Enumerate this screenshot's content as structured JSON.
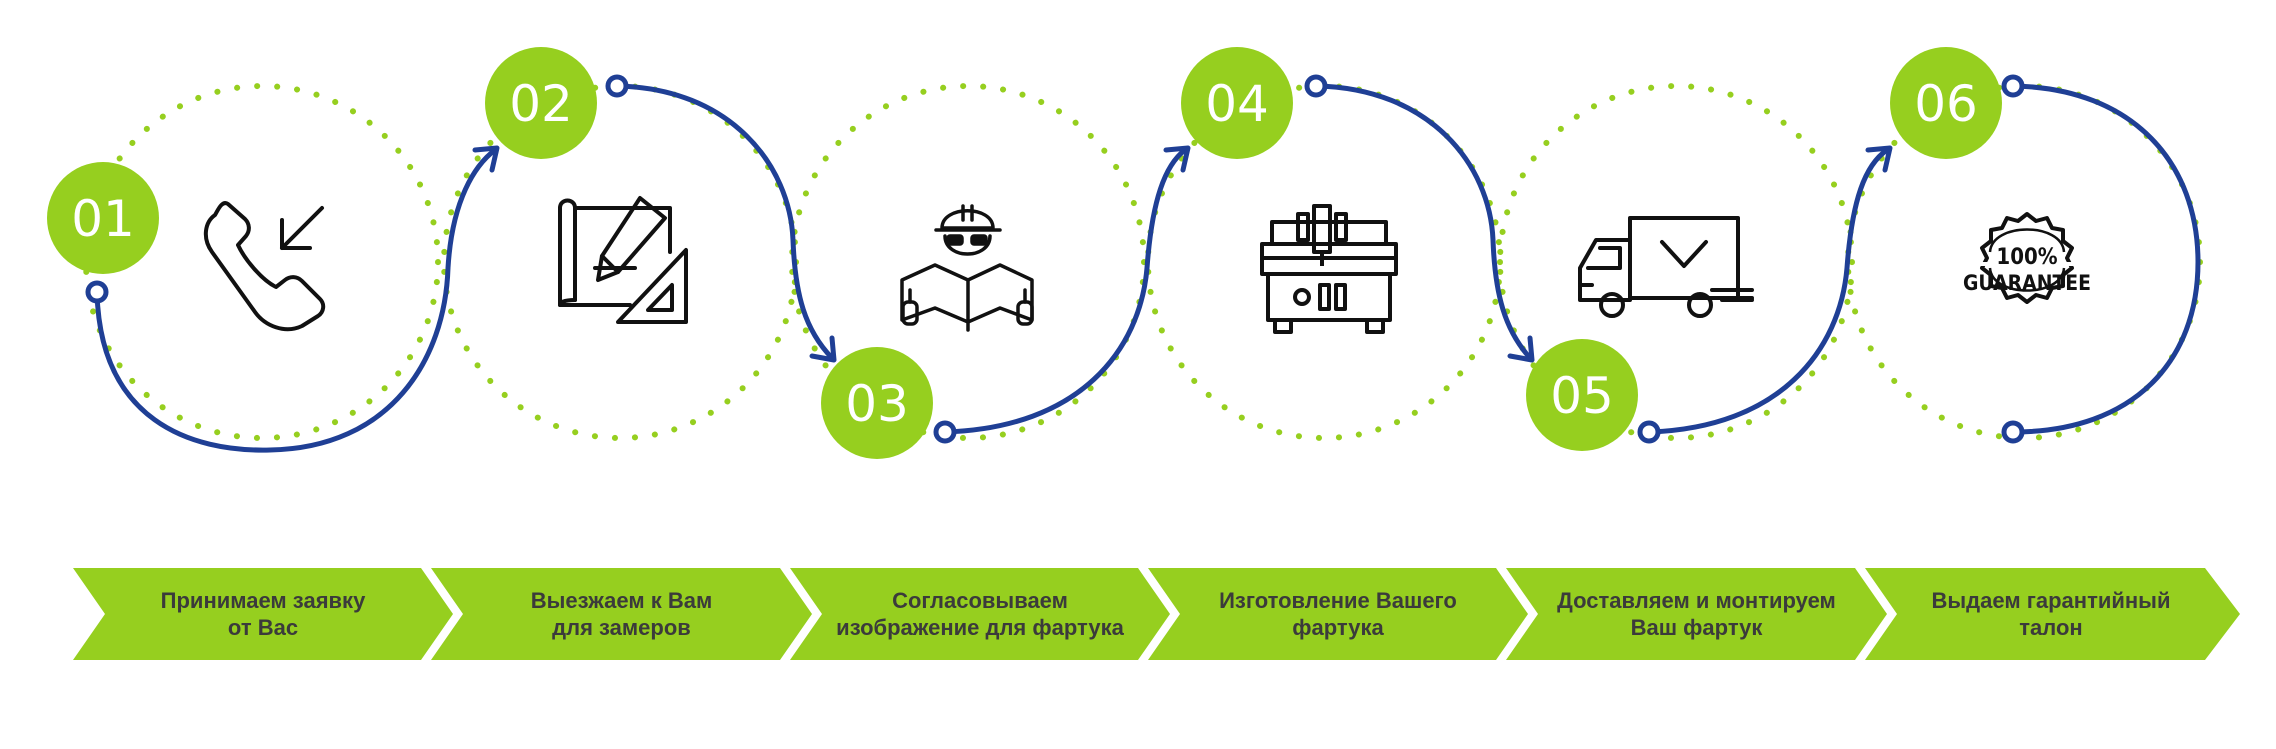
{
  "colors": {
    "accent_green": "#96cf1f",
    "flow_blue": "#1f3f95",
    "icon_black": "#111111",
    "label_text": "#3b3b3b",
    "number_text": "#ffffff"
  },
  "steps": [
    {
      "number": "01",
      "icon": "phone-icon",
      "label_line1": "Принимаем заявку",
      "label_line2": "от Вас"
    },
    {
      "number": "02",
      "icon": "blueprint-pencil-icon",
      "label_line1": "Выезжаем к Вам",
      "label_line2": "для замеров"
    },
    {
      "number": "03",
      "icon": "engineer-icon",
      "label_line1": "Согласовываем",
      "label_line2": "изображение для фартука"
    },
    {
      "number": "04",
      "icon": "cnc-machine-icon",
      "label_line1": "Изготовление Вашего",
      "label_line2": "фартука"
    },
    {
      "number": "05",
      "icon": "delivery-truck-icon",
      "label_line1": "Доставляем и монтируем",
      "label_line2": "Ваш фартук"
    },
    {
      "number": "06",
      "icon": "guarantee-badge-icon",
      "label_line1": "Выдаем гарантийный",
      "label_line2": "талон"
    }
  ],
  "badge": {
    "line1": "100%",
    "line2": "GUARANTEE"
  }
}
